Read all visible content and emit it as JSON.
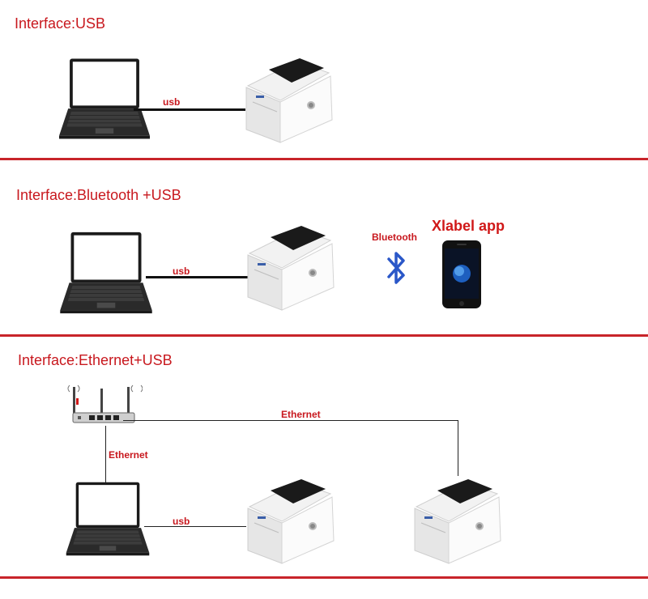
{
  "sections": [
    {
      "title": "Interface:USB",
      "cable_label": "usb"
    },
    {
      "title": "Interface:Bluetooth +USB",
      "cable_label": "usb",
      "wireless_label": "Bluetooth",
      "app_label": "Xlabel app"
    },
    {
      "title": "Interface:Ethernet+USB",
      "cable_label": "usb",
      "router_link_label": "Ethernet",
      "network_label": "Ethernet"
    }
  ],
  "colors": {
    "accent": "#c8181e",
    "divider": "#c8242a",
    "bluetooth": "#2a57c8"
  },
  "icons": [
    "laptop-icon",
    "label-printer-icon",
    "bluetooth-icon",
    "smartphone-icon",
    "router-icon"
  ]
}
